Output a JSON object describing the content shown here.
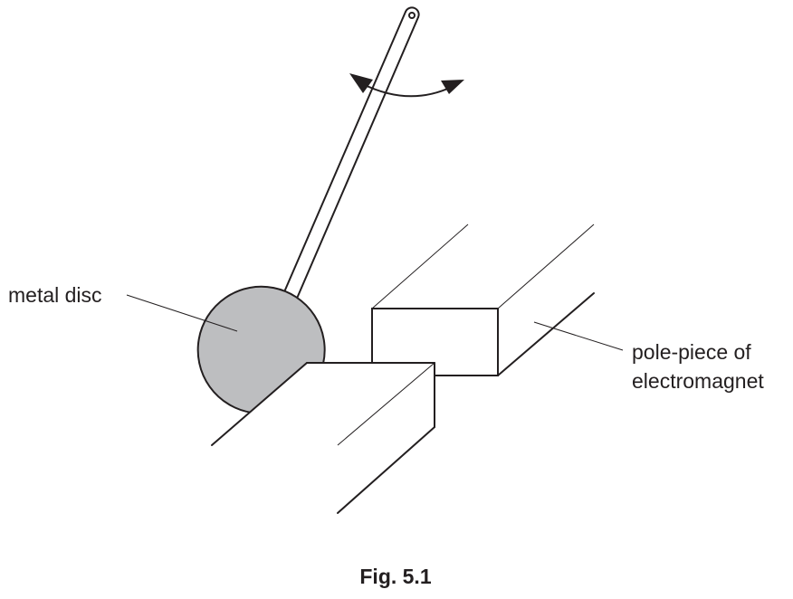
{
  "labels": {
    "disc": "metal disc",
    "pole_line1": "pole-piece of",
    "pole_line2": "electromagnet"
  },
  "caption": "Fig. 5.1",
  "colors": {
    "ink": "#231f20",
    "disc_fill": "#bdbec0",
    "background": "#ffffff"
  }
}
